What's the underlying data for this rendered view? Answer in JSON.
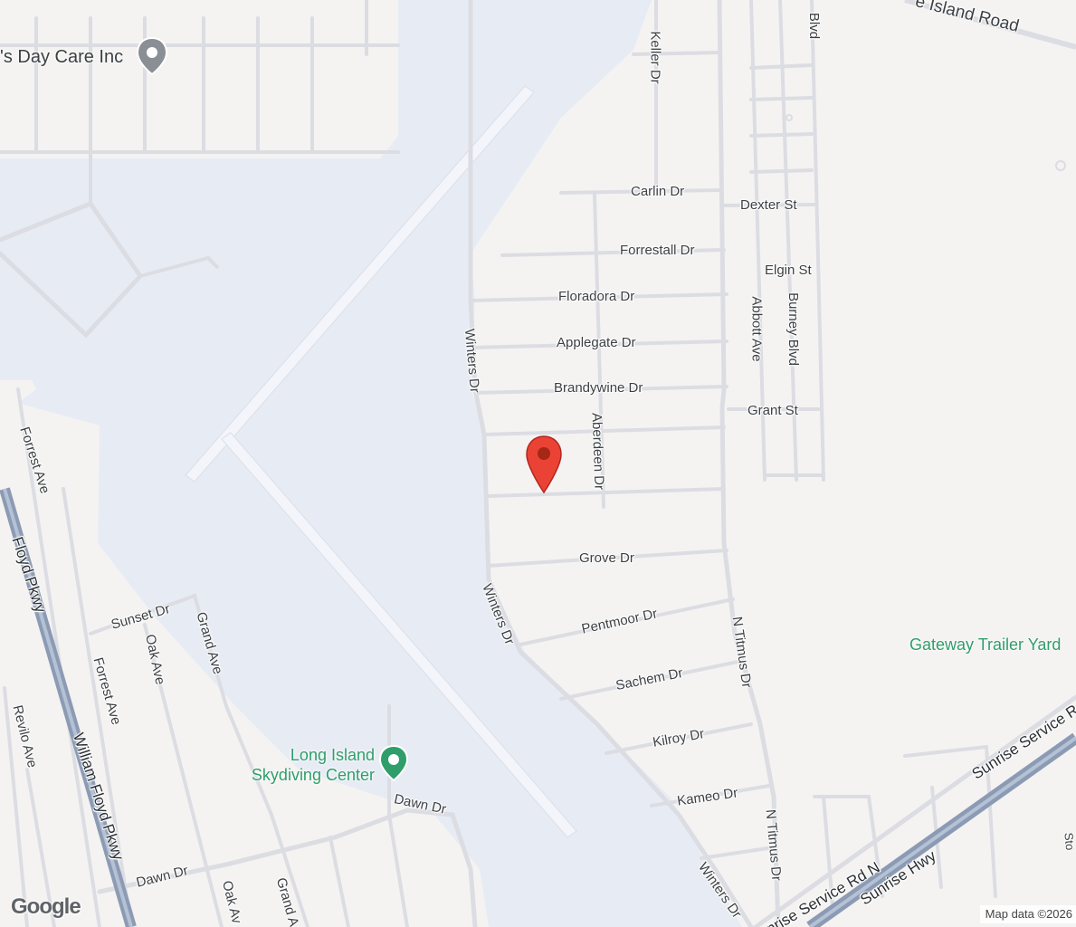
{
  "map": {
    "attribution": "Map data ©2026",
    "logo": "Google",
    "marker": {
      "icon": "red-location-pin-icon",
      "color": "#ea4335"
    },
    "colors": {
      "land": "#f4f3f2",
      "airfield": "#e7ecf4",
      "runway": "#f3f5fa",
      "road": "#dcdde3",
      "highway": "#8c9bb4",
      "poi_green": "#2f9e6a"
    },
    "pois": [
      {
        "name": "'s Day Care Inc",
        "icon": "gray-place-pin-icon"
      },
      {
        "name_line1": "Long Island",
        "name_line2": "Skydiving Center",
        "icon": "green-place-pin-icon"
      },
      {
        "name": "Gateway Trailer Yard"
      }
    ],
    "streets": {
      "keller": "Keller Dr",
      "blvd_top": "Blvd",
      "island_road": "e Island Road",
      "carlin": "Carlin Dr",
      "dexter": "Dexter St",
      "forrestall": "Forrestall Dr",
      "elgin": "Elgin St",
      "floradora": "Floradora Dr",
      "abbott": "Abbott Ave",
      "burney": "Burney Blvd",
      "winters_top": "Winters Dr",
      "applegate": "Applegate Dr",
      "brandywine": "Brandywine Dr",
      "grant": "Grant St",
      "aberdeen": "Aberdeen Dr",
      "grove": "Grove Dr",
      "winters_mid": "Winters Dr",
      "pentmoor": "Pentmoor Dr",
      "n_titmus_1": "N Titmus Dr",
      "sachem": "Sachem Dr",
      "kilroy": "Kilroy Dr",
      "kameo": "Kameo Dr",
      "n_titmus_2": "N Titmus Dr",
      "winters_bottom": "Winters Dr",
      "sunrise_service_n": "unrise Service Rd N",
      "sunrise_hwy": "Sunrise Hwy",
      "sunrise_service_right": "Sunrise Service R",
      "forrest_ave_1": "Forrest Ave",
      "floyd_pkwy_1": "Floyd Pkwy",
      "sunset": "Sunset Dr",
      "oak_ave_1": "Oak Ave",
      "grand_ave_1": "Grand Ave",
      "forrest_ave_2": "Forrest Ave",
      "revilo": "Revilo Ave",
      "william_floyd": "William Floyd Pkwy",
      "dawn_1": "Dawn Dr",
      "dawn_2": "Dawn Dr",
      "oak_ave_2": "Oak Av",
      "grand_ave_2": "Grand A",
      "stray": "Sto"
    }
  }
}
